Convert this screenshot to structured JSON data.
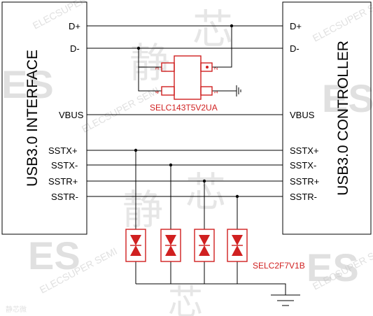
{
  "left_block": {
    "title": "USB3.0 INTERFACE"
  },
  "right_block": {
    "title": "USB3.0 CONTROLLER"
  },
  "signals": [
    "D+",
    "D-",
    "VBUS",
    "SSTX+",
    "SSTX-",
    "SSTR+",
    "SSTR-"
  ],
  "tvs_chip": {
    "part": "SELC143T5V2UA",
    "pins": [
      "3",
      "2",
      "4",
      "1"
    ]
  },
  "esd_array": {
    "part": "SELC2F7V1B"
  },
  "watermark": {
    "brand": "ES",
    "text": "ELECSUPER SEMI",
    "glyphs": [
      "静",
      "芯"
    ],
    "footer": "静芯微"
  },
  "colors": {
    "line": "#000000",
    "part": "#d02020"
  }
}
